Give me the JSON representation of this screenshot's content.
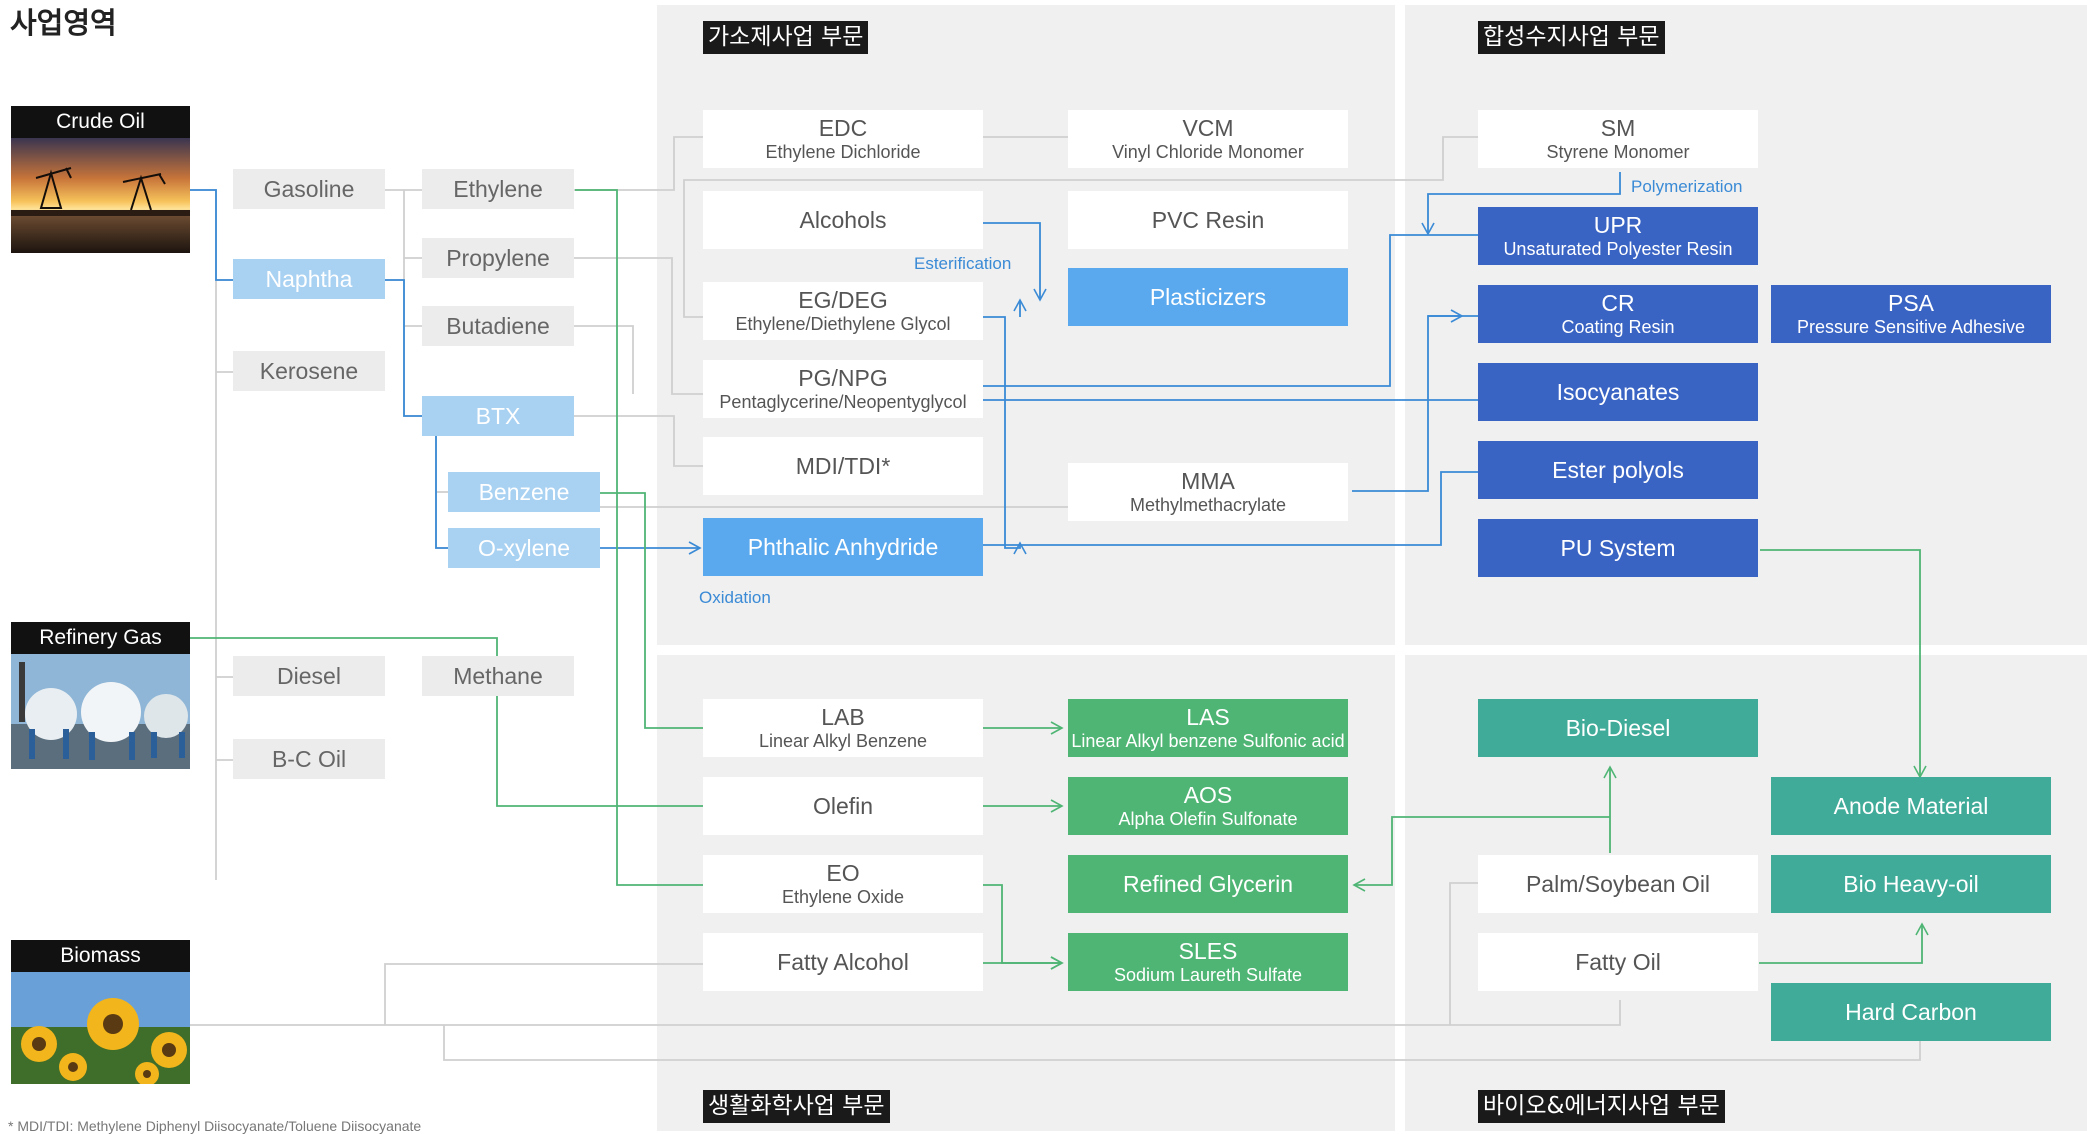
{
  "page_title": "사업영역",
  "sections": {
    "gas": "가소제사업 부문",
    "resin": "합성수지사업 부문",
    "household": "생활화학사업 부문",
    "bio": "바이오&에너지사업 부문"
  },
  "sources": {
    "crude": "Crude Oil",
    "refinery": "Refinery Gas",
    "biomass": "Biomass"
  },
  "feed": {
    "gasoline": "Gasoline",
    "naphtha": "Naphtha",
    "kerosene": "Kerosene",
    "diesel": "Diesel",
    "bc_oil": "B-C Oil",
    "ethylene": "Ethylene",
    "propylene": "Propylene",
    "butadiene": "Butadiene",
    "btx": "BTX",
    "benzene": "Benzene",
    "oxylene": "O-xylene",
    "methane": "Methane"
  },
  "gas": {
    "edc_t": "EDC",
    "edc_s": "Ethylene Dichloride",
    "vcm_t": "VCM",
    "vcm_s": "Vinyl Chloride Monomer",
    "alcohols": "Alcohols",
    "pvc": "PVC Resin",
    "eg_t": "EG/DEG",
    "eg_s": "Ethylene/Diethylene Glycol",
    "plasticizers": "Plasticizers",
    "pg_t": "PG/NPG",
    "pg_s": "Pentaglycerine/Neopentyglycol",
    "mdi": "MDI/TDI*",
    "mma_t": "MMA",
    "mma_s": "Methylmethacrylate",
    "phthalic": "Phthalic Anhydride",
    "esterification": "Esterification",
    "oxidation": "Oxidation"
  },
  "resin": {
    "sm_t": "SM",
    "sm_s": "Styrene Monomer",
    "polymerization": "Polymerization",
    "upr_t": "UPR",
    "upr_s": "Unsaturated Polyester Resin",
    "cr_t": "CR",
    "cr_s": "Coating Resin",
    "psa_t": "PSA",
    "psa_s": "Pressure Sensitive Adhesive",
    "isocyanates": "Isocyanates",
    "ester_polyols": "Ester polyols",
    "pu_system": "PU System"
  },
  "household": {
    "lab_t": "LAB",
    "lab_s": "Linear Alkyl Benzene",
    "las_t": "LAS",
    "las_s": "Linear Alkyl benzene Sulfonic acid",
    "olefin": "Olefin",
    "aos_t": "AOS",
    "aos_s": "Alpha Olefin Sulfonate",
    "eo_t": "EO",
    "eo_s": "Ethylene Oxide",
    "glycerin": "Refined Glycerin",
    "fatty_alcohol": "Fatty Alcohol",
    "sles_t": "SLES",
    "sles_s": "Sodium Laureth Sulfate"
  },
  "bio": {
    "bio_diesel": "Bio-Diesel",
    "anode": "Anode Material",
    "palm": "Palm/Soybean Oil",
    "bio_heavy": "Bio Heavy-oil",
    "fatty_oil": "Fatty Oil",
    "hard_carbon": "Hard Carbon"
  },
  "footnote": "* MDI/TDI: Methylene Diphenyl Diisocyanate/Toluene Diisocyanate",
  "colors": {
    "gray_line": "#cfcfcf",
    "blue_line": "#3a8ad6",
    "green_line": "#4fb574"
  }
}
